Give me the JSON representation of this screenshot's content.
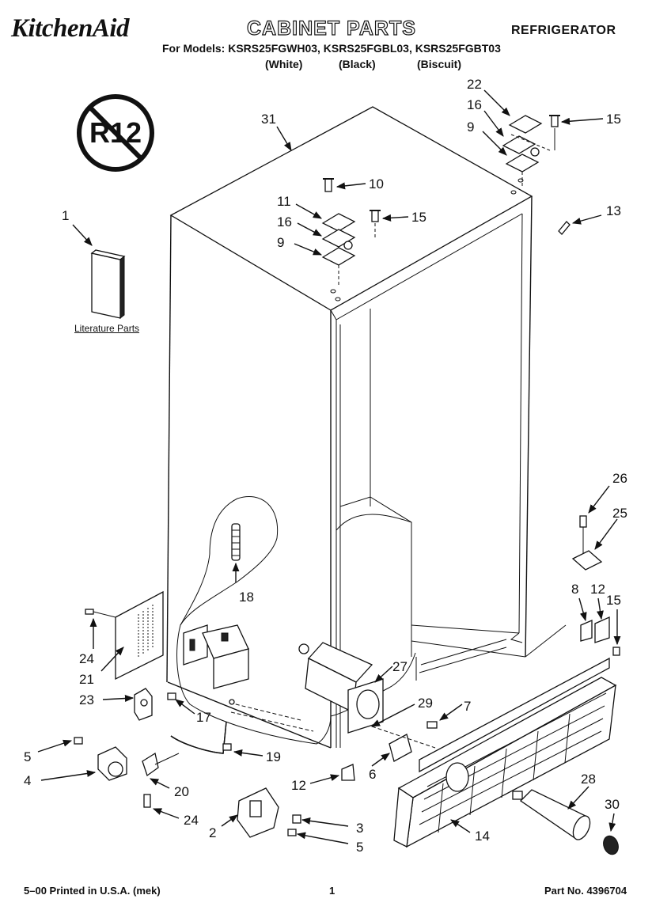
{
  "header": {
    "brand": "KitchenAid",
    "title": "CABINET PARTS",
    "category": "REFRIGERATOR",
    "models_line": "For Models: KSRS25FGWH03, KSRS25FGBL03, KSRS25FGBT03",
    "variants": [
      "(White)",
      "(Black)",
      "(Biscuit)"
    ]
  },
  "badge": {
    "text": "R12"
  },
  "literature_label": "Literature Parts",
  "callouts": [
    "1",
    "2",
    "3",
    "4",
    "5",
    "5",
    "6",
    "7",
    "8",
    "9",
    "9",
    "10",
    "11",
    "12",
    "12",
    "13",
    "14",
    "15",
    "15",
    "15",
    "16",
    "16",
    "17",
    "18",
    "19",
    "20",
    "21",
    "22",
    "23",
    "24",
    "24",
    "25",
    "26",
    "27",
    "28",
    "29",
    "30",
    "31"
  ],
  "footer": {
    "printed": "5–00 Printed in U.S.A. (mek)",
    "page": "1",
    "part_no": "Part No. 4396704"
  }
}
